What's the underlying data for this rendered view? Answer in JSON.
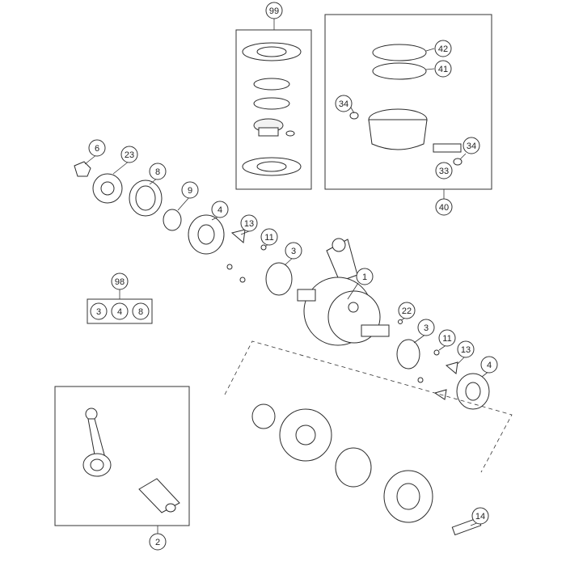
{
  "callouts": {
    "c99": "99",
    "c42": "42",
    "c41": "41",
    "c34a": "34",
    "c34b": "34",
    "c33": "33",
    "c40": "40",
    "c6": "6",
    "c23": "23",
    "c8": "8",
    "c9": "9",
    "c4a": "4",
    "c13a": "13",
    "c11a": "11",
    "c3a": "3",
    "c1": "1",
    "c98": "98",
    "k3": "3",
    "k4": "4",
    "k8": "8",
    "c22": "22",
    "c3b": "3",
    "c11b": "11",
    "c13b": "13",
    "c4b": "4",
    "c14": "14",
    "c2": "2"
  }
}
